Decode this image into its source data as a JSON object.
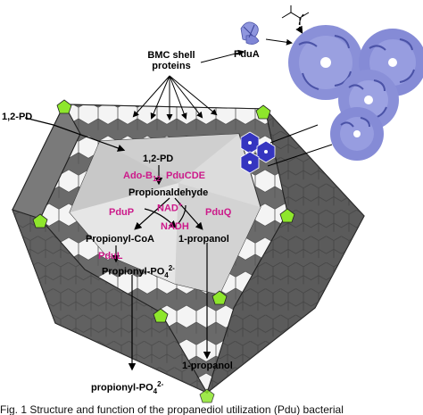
{
  "labels": {
    "bmc_shell": "BMC shell",
    "proteins": "proteins",
    "pdua": "PduA",
    "pd_outer": "1,2-PD",
    "pd_inner": "1,2-PD",
    "ado_b": "Ado-B",
    "ado_sub": "12",
    "pducde": "PduCDE",
    "propionaldehyde": "Propionaldehyde",
    "nad_plus": "NAD",
    "nad_sup": "+",
    "pdup": "PduP",
    "pduq": "PduQ",
    "nadh": "NADH",
    "propionyl_coa": "Propionyl-CoA",
    "propanol_inner": "1-propanol",
    "pdul": "PduL",
    "propionyl_po4": "Propionyl-PO",
    "po4_sub": "4",
    "po4_sup": "2-",
    "propanol_outer": "1-propanol",
    "out_propionyl_po4": "propionyl-PO",
    "out_po4_sub": "4",
    "out_po4_sup": "2-"
  },
  "caption": "Fig. 1   Structure and function of the propanediol utilization (Pdu) bacterial",
  "colors": {
    "enzyme_label": "#cc1a8a",
    "vertex_pentamer": "#8ee62c",
    "hexamer_highlight": "#3535c0",
    "protein_ribbon": "#7f86d6",
    "shell_dark": "#595959",
    "shell_light": "#bdbdbd"
  }
}
